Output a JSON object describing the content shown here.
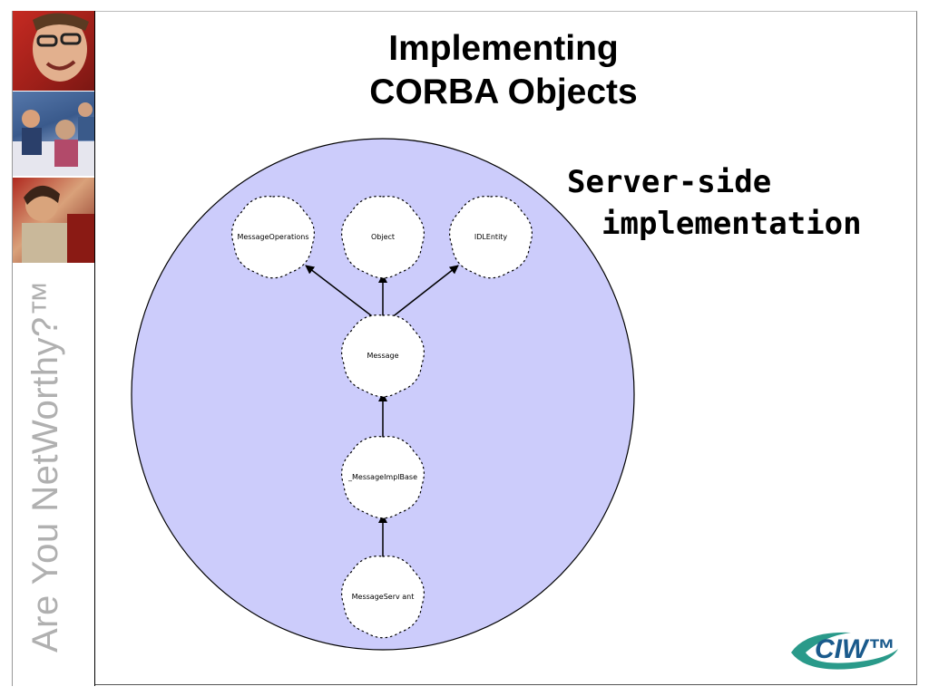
{
  "title": {
    "line1": "Implementing",
    "line2": "CORBA Objects"
  },
  "subtitle": {
    "line1": "Server-side",
    "line2": "implementation"
  },
  "tagline": "Are You NetWorthy?™",
  "logo_text": "CIW™",
  "colors": {
    "circle_fill": "#ccccfb",
    "cloud_fill": "#ffffff",
    "logo_blue": "#1a5a8c",
    "logo_teal": "#2a9a8a"
  },
  "diagram": {
    "nodes": [
      {
        "id": "MessageOperations",
        "label": "MessageOperations"
      },
      {
        "id": "Object",
        "label": "Object"
      },
      {
        "id": "IDLEntity",
        "label": "IDLEntity"
      },
      {
        "id": "Message",
        "label": "Message"
      },
      {
        "id": "MessageImplBase",
        "label": "_MessageImplBase"
      },
      {
        "id": "MessageServant",
        "label": "MessageServ ant"
      }
    ],
    "edges": [
      {
        "from": "Message",
        "to": "MessageOperations"
      },
      {
        "from": "Message",
        "to": "Object"
      },
      {
        "from": "Message",
        "to": "IDLEntity"
      },
      {
        "from": "MessageImplBase",
        "to": "Message"
      },
      {
        "from": "MessageServant",
        "to": "MessageImplBase"
      }
    ]
  }
}
